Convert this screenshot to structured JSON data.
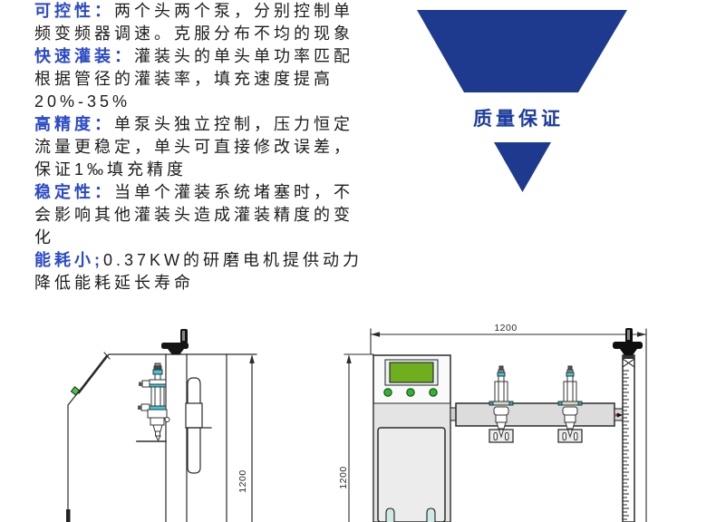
{
  "features": [
    {
      "label": "可控性：",
      "body": "两个头两个泵，分别控制单频变频器调速。克服分布不均的现象"
    },
    {
      "label": "快速灌装：",
      "body": "灌装头的单头单功率匹配根据管径的灌装率，填充速度提高20%-35%"
    },
    {
      "label": "高精度：",
      "body": "单泵头独立控制，压力恒定流量更稳定，单头可直接修改误差，保证1‰填充精度"
    },
    {
      "label": "稳定性：",
      "body": "当单个灌装系统堵塞时，不会影响其他灌装头造成灌装精度的变化"
    },
    {
      "label": "能耗小;",
      "body": "0.37KW的研磨电机提供动力降低能耗延长寿命"
    }
  ],
  "funnel": {
    "title": "质量保证",
    "shape_color": "#1e3a8f",
    "title_color": "#1e3c9e"
  },
  "drawings": {
    "side_view": {
      "height_dim": "1200"
    },
    "front_view": {
      "width_dim": "1200",
      "height_dim": "1200"
    },
    "accent_colors": {
      "cyan": "#3cc8d8",
      "green_screen": "#6fae1f",
      "led_green": "#2db52d",
      "lever_green": "#44c844",
      "red_pointer": "#c22060"
    }
  }
}
